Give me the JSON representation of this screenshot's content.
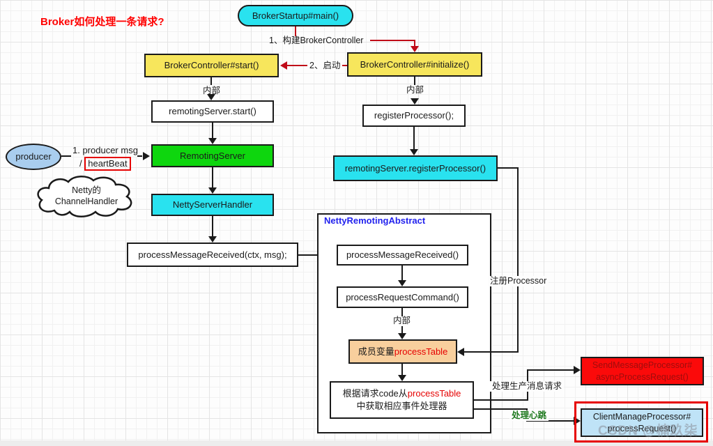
{
  "title": "Broker如何处理一条请求?",
  "nodes": {
    "broker_startup": "BrokerStartup#main()",
    "broker_controller_start": "BrokerController#start()",
    "broker_controller_initialize": "BrokerController#initialize()",
    "remoting_server_start": "remotingServer.start()",
    "register_processor": "registerProcessor();",
    "remoting_server": "RemotingServer",
    "remoting_register_processor": "remotingServer.registerProcessor()",
    "producer": "producer",
    "netty_server_handler": "NettyServerHandler",
    "process_message_received_ctx": "processMessageReceived(ctx, msg);",
    "netty_remoting_abstract": "NettyRemotingAbstract",
    "process_message_received": "processMessageReceived()",
    "process_request_command": "processRequestCommand()",
    "member_prefix": "成员变量",
    "member_highlight": "processTable",
    "lookup_prefix": "根据请求code从",
    "lookup_highlight": "processTable",
    "lookup_line2": "中获取相应事件处理器",
    "send_message_processor_line1": "SendMessageProcessor#",
    "send_message_processor_line2": "asyncProcessRequest()",
    "client_manage_processor_line1": "ClientManageProcessor#",
    "client_manage_processor_line2": "processRequest()"
  },
  "labels": {
    "step1": "1、构建BrokerController",
    "step2": "2、启动",
    "internal": "内部",
    "producer_msg": "1. producer msg",
    "slash": "/ ",
    "heartbeat": "heartBeat",
    "cloud_line1": "Netty的",
    "cloud_line2": "ChannelHandler",
    "register_note": "注册Processor",
    "produce_note": "处理生产消息请求",
    "heartbeat_note": "处理心跳"
  },
  "watermark": "CSDN @楠玖柒",
  "colors": {
    "title_red": "#ff0000",
    "flow_red": "#c00b18",
    "cyan": "#29e2ef",
    "green": "#0ed60e",
    "yellow": "#f7e65c",
    "orange": "#f8cf9d",
    "producer_blue": "#a9cdee",
    "client_blue": "#bfe3f7",
    "alert_red_bg": "#fb0a0a",
    "alert_red_text": "#9e0d0d",
    "container_title_blue": "#2222ee",
    "note_green": "#1f7a1f",
    "highlight_red": "#e60000"
  }
}
